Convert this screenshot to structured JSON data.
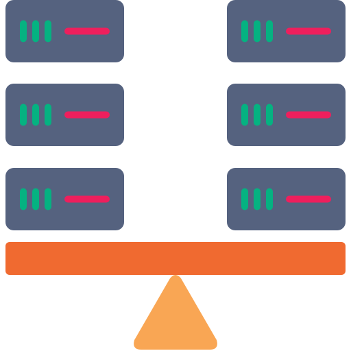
{
  "icon": {
    "name": "server-load-balancing-icon",
    "colors": {
      "server_body": "#55627F",
      "status_led": "#05B281",
      "drive_slot": "#EE1F5D",
      "beam": "#F06A30",
      "fulcrum": "#F9A654",
      "background": "#FFFFFF"
    },
    "left_stack": {
      "server_count": 3,
      "led_count_per_server": 3
    },
    "right_stack": {
      "server_count": 3,
      "led_count_per_server": 3
    }
  }
}
